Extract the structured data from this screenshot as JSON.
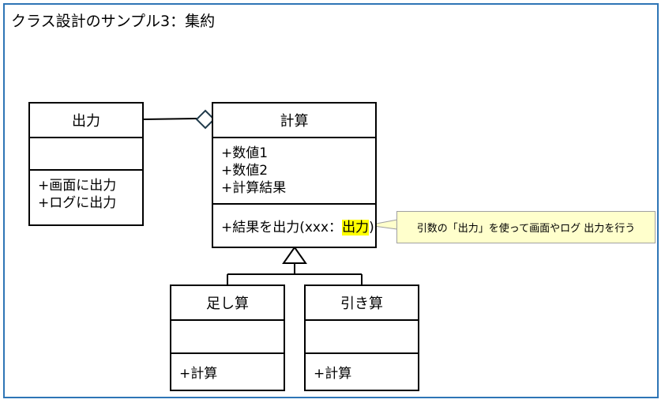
{
  "title": "クラス設計のサンプル3：集約",
  "classes": {
    "output": {
      "name": "出力",
      "attributes": [],
      "methods": [
        "+画面に出力",
        "+ログに出力"
      ]
    },
    "calc": {
      "name": "計算",
      "attributes": [
        "+数値1",
        "+数値2",
        "+計算結果"
      ],
      "method_prefix": "+結果を出力(xxx：",
      "method_param_type": "出力",
      "method_suffix": ")"
    },
    "add": {
      "name": "足し算",
      "attributes": [],
      "methods": [
        "+計算"
      ]
    },
    "sub": {
      "name": "引き算",
      "attributes": [],
      "methods": [
        "+計算"
      ]
    }
  },
  "note": "引数の「出力」を使って画面やログ 出力を行う",
  "colors": {
    "frame_border": "#2e75b6",
    "highlight": "#ffff00",
    "note_background": "#ffffcc"
  }
}
